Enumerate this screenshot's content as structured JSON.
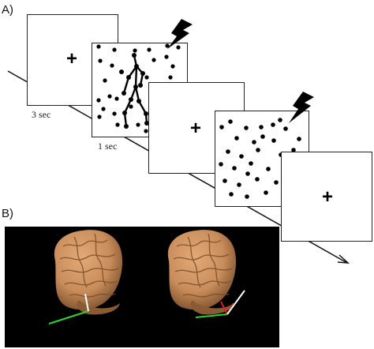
{
  "panels": {
    "a_label": "A)",
    "b_label": "B)"
  },
  "sequence": {
    "fixation_symbol": "+",
    "durations": {
      "fixation": "3 sec",
      "stimulus": "1 sec"
    }
  },
  "colors": {
    "background": "#ffffff",
    "frame_border": "#222222",
    "brain_panel_bg": "#000000",
    "brain_fill": "#c98d5b",
    "axis_green": "#2fd32f",
    "axis_red": "#d62020",
    "axis_white": "#ffffff"
  },
  "icons": {
    "stimulus_marker": "lightning-bolt-icon"
  }
}
